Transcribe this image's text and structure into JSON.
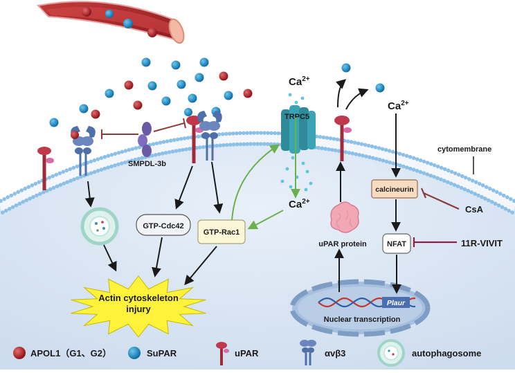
{
  "labels": {
    "ca_top": "Ca",
    "ca_top_sup": "2+",
    "trpc5": "TRPC5",
    "ca_mid": "Ca",
    "ca_mid_sup": "2+",
    "ca_right": "Ca",
    "ca_right_sup": "2+",
    "cytomembrane": "cytomembrane",
    "smpdl": "SMPDL-3b",
    "gtp_cdc42": "GTP-Cdc42",
    "gtp_rac1": "GTP-Rac1",
    "calcineurin": "calcineurin",
    "csa": "CsA",
    "nfat": "NFAT",
    "vivit": "11R-VIVIT",
    "upar_protein": "uPAR protein",
    "plaur": "Plaur",
    "nuclear": "Nuclear transcription",
    "actin_line1": "Actin cytoskeleton",
    "actin_line2": "injury"
  },
  "legend": {
    "apol1": "APOL1（G1、G2）",
    "suparr": "SuPAR",
    "upar": "uPAR",
    "avb3": "αvβ3",
    "autophagosome": "autophagosome"
  },
  "colors": {
    "apol1": "#b5222a",
    "supar": "#1f8fc8",
    "upar": "#c0394b",
    "integrin": "#4f6fa8",
    "cell": "#dce8f5",
    "membrane_head": "#8cc0e6",
    "activation_arrow": "#6ab04c",
    "inhibition": "#8b3a3a",
    "calcineurin_box": "#f8dcc2",
    "rac1_box": "#fbf6d6",
    "starburst": "#fff23a"
  },
  "icons": {
    "vessel": "blood-vessel-icon",
    "channel": "trpc5-channel-icon",
    "upar_protein": "upar-protein-icon",
    "nucleus": "nucleus-icon",
    "dna": "dna-helix-icon",
    "autophagosome": "autophagosome-icon",
    "smpdl": "smpdl-3b-icon"
  }
}
